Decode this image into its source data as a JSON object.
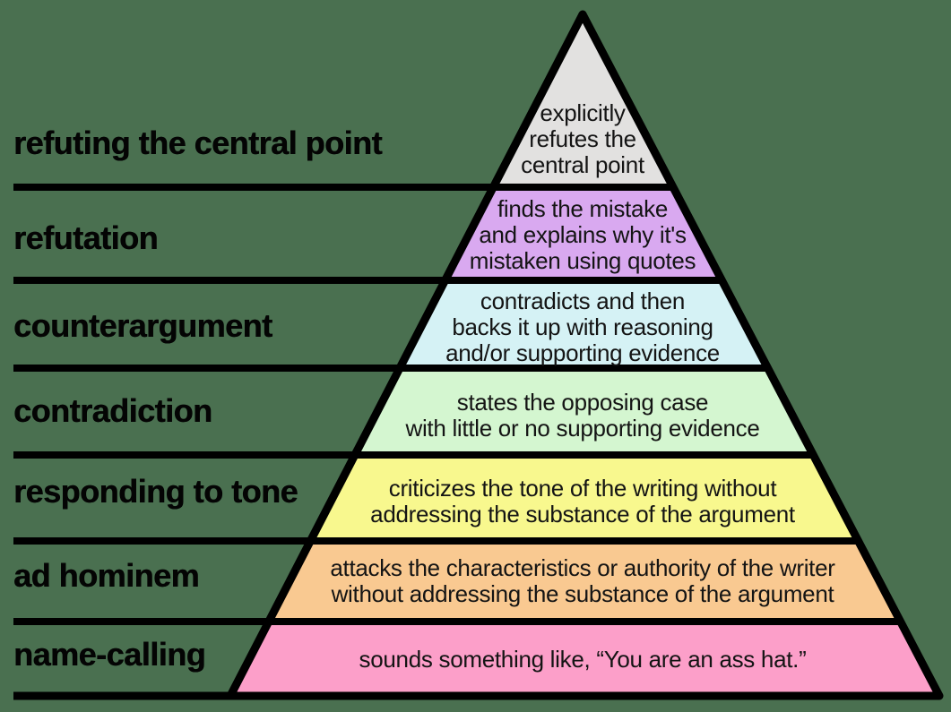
{
  "background_color": "#4a7050",
  "outline_color": "#000000",
  "pyramid_levels": [
    {
      "id": "refuting-the-central-point",
      "label": "refuting the central point",
      "color": "#e2e1e0",
      "lines": [
        "explicitly",
        "refutes the",
        "central point"
      ]
    },
    {
      "id": "refutation",
      "label": "refutation",
      "color": "#d9a9f0",
      "lines": [
        "finds the mistake",
        "and explains why it's",
        "mistaken using quotes"
      ]
    },
    {
      "id": "counterargument",
      "label": "counterargument",
      "color": "#d5f2f5",
      "lines": [
        "contradicts and then",
        "backs it up with reasoning",
        "and/or supporting evidence"
      ]
    },
    {
      "id": "contradiction",
      "label": "contradiction",
      "color": "#d4f6d0",
      "lines": [
        "states the opposing case",
        "with little or no supporting evidence"
      ]
    },
    {
      "id": "responding-to-tone",
      "label": "responding to tone",
      "color": "#f8f88e",
      "lines": [
        "criticizes the tone of the writing without",
        "addressing the substance of the argument"
      ]
    },
    {
      "id": "ad-hominem",
      "label": "ad hominem",
      "color": "#f9c991",
      "lines": [
        "attacks the characteristics or authority of the writer",
        "without addressing the substance of the argument"
      ]
    },
    {
      "id": "name-calling",
      "label": "name-calling",
      "color": "#fc9fc9",
      "lines": [
        "sounds something like, “You are an ass hat.”"
      ]
    }
  ]
}
